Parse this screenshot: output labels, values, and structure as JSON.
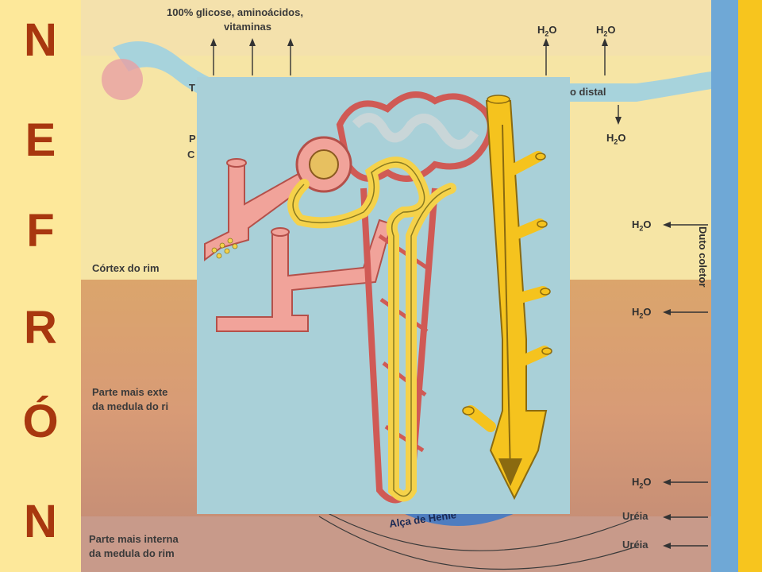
{
  "side_title": [
    "N",
    "E",
    "F",
    "R",
    "Ó",
    "N"
  ],
  "background_labels": {
    "top_nutrients_line1": "100% glicose, aminoácidos,",
    "top_nutrients_line2": "vitaminas",
    "distal_fragment": "o distal",
    "cortex": "Córtex do rim",
    "outer_medulla_line1": "Parte mais exte",
    "outer_medulla_line2": "da medula do ri",
    "inner_medulla_line1": "Parte mais interna",
    "inner_medulla_line2": "da medula do rim",
    "left_fragment_p": "P",
    "left_fragment_c": "C",
    "left_fragment_t": "T",
    "collecting_duct": "Duto coletor",
    "loop_of_henle": "Alça de Henle",
    "urea_1": "Uréia",
    "urea_2": "Uréia",
    "water_base": "H",
    "water_sub": "2",
    "water_suffix": "O"
  },
  "colors": {
    "title_letter": "#a8370f",
    "cortex_bg": "#f6e5a5",
    "medulla_outer_bg": "#d9a36d",
    "medulla_inner_bg": "#c98e6f",
    "inset_bg": "#a9d0d8",
    "vessel_red": "#f1a39a",
    "tubule_yellow": "#f5d24a",
    "duct_blue": "#6fa8d6"
  }
}
